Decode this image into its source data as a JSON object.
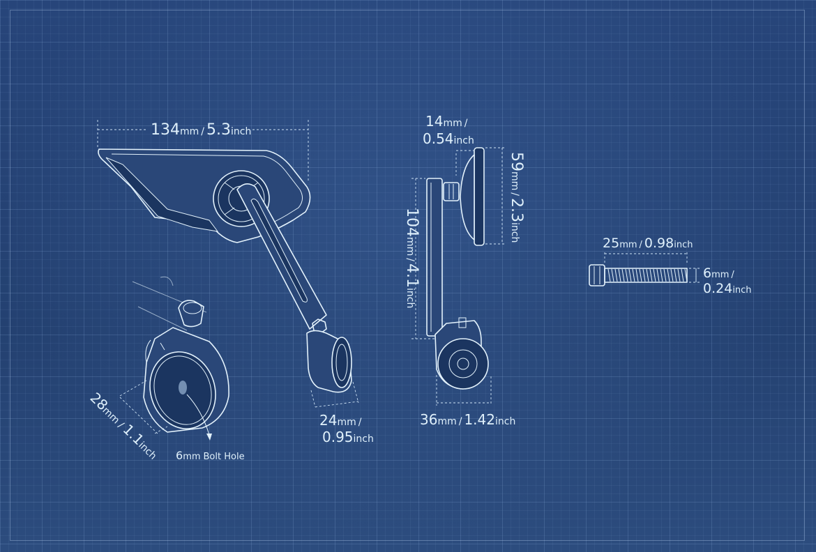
{
  "dimensions": {
    "mirror_width": {
      "value": "134",
      "unit1": "mm",
      "sep": "/",
      "alt": "5.3",
      "unit2": "inch"
    },
    "arm_thickness": {
      "value": "14",
      "unit1": "mm",
      "sep": "/",
      "alt": "0.54",
      "unit2": "inch"
    },
    "mirror_height": {
      "value": "59",
      "unit1": "mm",
      "sep": "/",
      "alt": "2.3",
      "unit2": "inch"
    },
    "arm_length": {
      "value": "104",
      "unit1": "mm",
      "sep": "/",
      "alt": "4.1",
      "unit2": "inch"
    },
    "clamp_depth": {
      "value": "24",
      "unit1": "mm",
      "sep": "/",
      "alt": "0.95",
      "unit2": "inch"
    },
    "clamp_width": {
      "value": "36",
      "unit1": "mm",
      "sep": "/",
      "alt": "1.42",
      "unit2": "inch"
    },
    "bolt_length": {
      "value": "25",
      "unit1": "mm",
      "sep": "/",
      "alt": "0.98",
      "unit2": "inch"
    },
    "bolt_diameter": {
      "value": "6",
      "unit1": "mm",
      "sep": "/",
      "alt": "0.24",
      "unit2": "inch"
    },
    "bar_diameter": {
      "value": "28",
      "unit1": "mm",
      "sep": "/",
      "alt": "1.1",
      "unit2": "inch"
    }
  },
  "bolt_hole": {
    "value": "6",
    "unit": "mm",
    "label": "Bolt Hole"
  },
  "colors": {
    "background": "#25426e",
    "line": "#e3f2fc",
    "text": "#dff0fb"
  }
}
